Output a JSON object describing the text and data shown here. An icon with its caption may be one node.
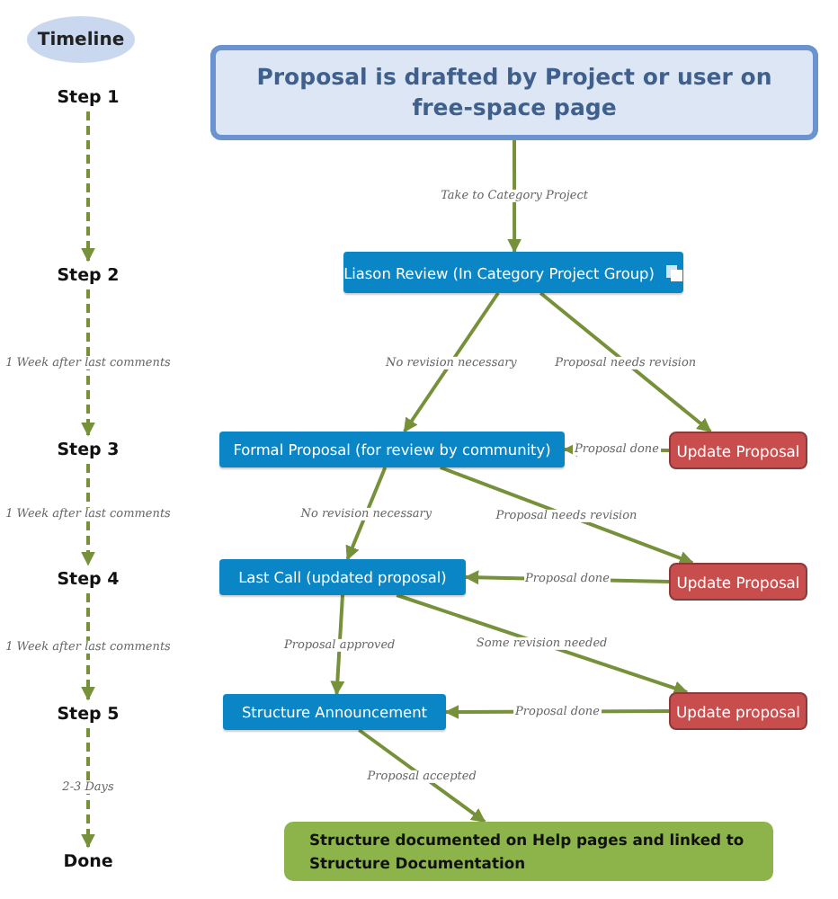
{
  "diagram": {
    "nodes": [
      {
        "text": [
          "Timeline"
        ]
      },
      {
        "text": [
          "Step 1"
        ]
      },
      {
        "text": [
          "Step 2"
        ]
      },
      {
        "text": [
          "Step 3"
        ]
      },
      {
        "text": [
          "Step 4"
        ]
      },
      {
        "text": [
          "Step 5"
        ]
      },
      {
        "text": [
          "Done"
        ]
      },
      {
        "text": [
          "Proposal is drafted by Project or user on free-space page"
        ]
      },
      {
        "text": [
          "Liason Review (In Category Project Group)"
        ]
      },
      {
        "text": [
          "Formal Proposal (for review by community)"
        ]
      },
      {
        "text": [
          "Update Proposal"
        ]
      },
      {
        "text": [
          "Last Call (updated proposal)"
        ]
      },
      {
        "text": [
          "Update Proposal"
        ]
      },
      {
        "text": [
          "Structure Announcement"
        ]
      },
      {
        "text": [
          "Update proposal"
        ]
      },
      {
        "text": [
          "Structure documented on Help pages and linked to Structure Documentation"
        ]
      }
    ],
    "edges": [
      {
        "from": 1,
        "to": 2,
        "arrow": "to",
        "style": "dashed"
      },
      {
        "from": 2,
        "to": 3,
        "arrow": "to",
        "style": "dashed",
        "label": "1 Week after last comments"
      },
      {
        "from": 3,
        "to": 4,
        "arrow": "to",
        "style": "dashed",
        "label": "1 Week after last comments"
      },
      {
        "from": 4,
        "to": 5,
        "arrow": "to",
        "style": "dashed",
        "label": "1 Week after last comments"
      },
      {
        "from": 5,
        "to": 6,
        "arrow": "to",
        "style": "dashed",
        "label": "2-3 Days"
      },
      {
        "from": 7,
        "to": 8,
        "arrow": "to",
        "label": "Take to Category Project"
      },
      {
        "from": 8,
        "to": 9,
        "arrow": "to",
        "label": "No revision necessary"
      },
      {
        "from": 8,
        "to": 10,
        "arrow": "to",
        "label": "Proposal needs revision"
      },
      {
        "from": 10,
        "to": 9,
        "arrow": "to",
        "label": "Proposal done"
      },
      {
        "from": 9,
        "to": 11,
        "arrow": "to",
        "label": "No revision necessary"
      },
      {
        "from": 9,
        "to": 12,
        "arrow": "to",
        "label": "Proposal needs revision"
      },
      {
        "from": 12,
        "to": 11,
        "arrow": "to",
        "label": "Proposal done"
      },
      {
        "from": 11,
        "to": 13,
        "arrow": "to",
        "label": "Proposal approved"
      },
      {
        "from": 11,
        "to": 14,
        "arrow": "to",
        "label": "Some revision needed"
      },
      {
        "from": 14,
        "to": 13,
        "arrow": "to",
        "label": "Proposal done"
      },
      {
        "from": 13,
        "to": 15,
        "arrow": "to",
        "label": "Proposal accepted"
      }
    ]
  }
}
